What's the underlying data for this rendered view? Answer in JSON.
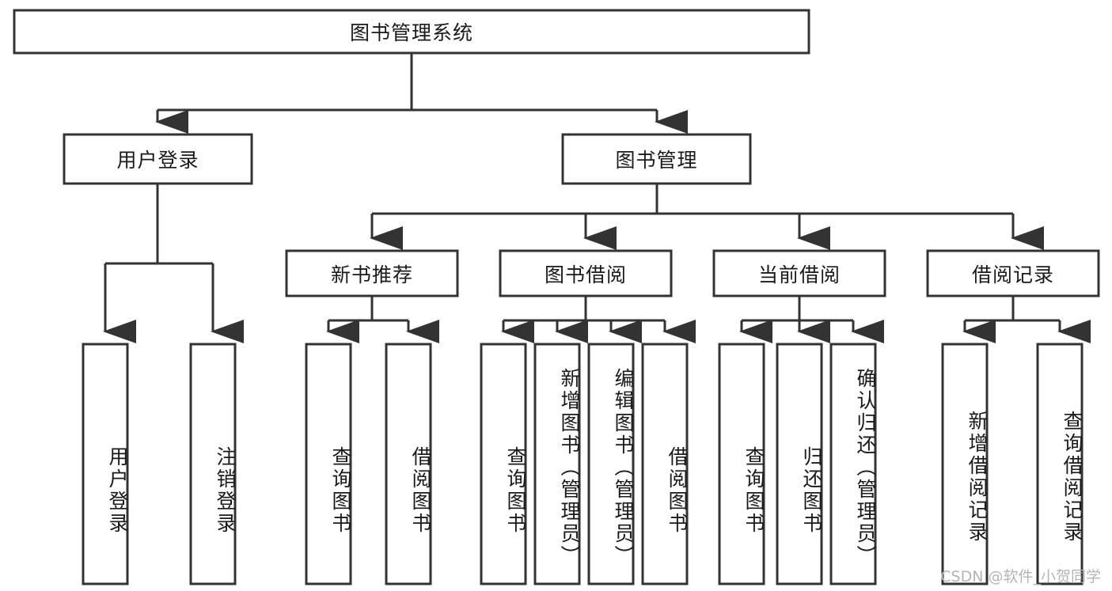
{
  "diagram": {
    "type": "tree-hierarchy",
    "title": "图书管理系统",
    "watermark": "CSDN @软件_小贺同学",
    "colors": {
      "stroke": "#333333",
      "fill": "#ffffff",
      "text": "#1a1a1a",
      "watermark": "#b5b5b5",
      "background": "#ffffff"
    },
    "levels": {
      "level1": [
        "图书管理系统"
      ],
      "level2": [
        "用户登录",
        "图书管理"
      ],
      "level3": [
        "新书推荐",
        "图书借阅",
        "当前借阅",
        "借阅记录"
      ],
      "level4": [
        "用户登录",
        "注销登录",
        "查询图书",
        "借阅图书",
        "查询图书",
        "新增图书（管理员）",
        "编辑图书（管理员）",
        "借阅图书",
        "查询图书",
        "归还图书",
        "确认归还（管理员）",
        "新增借阅记录",
        "查询借阅记录"
      ]
    },
    "nodes": {
      "root": {
        "label": "图书管理系统"
      },
      "user_login": {
        "label": "用户登录"
      },
      "book_manage": {
        "label": "图书管理"
      },
      "new_book_rec": {
        "label": "新书推荐"
      },
      "book_borrow": {
        "label": "图书借阅"
      },
      "current_borrow": {
        "label": "当前借阅"
      },
      "borrow_record": {
        "label": "借阅记录"
      },
      "leaf_user_login": {
        "label": "用户登录"
      },
      "leaf_logout": {
        "label": "注销登录"
      },
      "leaf_query_book_a": {
        "label": "查询图书"
      },
      "leaf_borrow_book_a": {
        "label": "借阅图书"
      },
      "leaf_query_book_b": {
        "label": "查询图书"
      },
      "leaf_add_book": {
        "label": "新增图书（管理员）"
      },
      "leaf_edit_book": {
        "label": "编辑图书（管理员）"
      },
      "leaf_borrow_book_b": {
        "label": "借阅图书"
      },
      "leaf_query_book_c": {
        "label": "查询图书"
      },
      "leaf_return_book": {
        "label": "归还图书"
      },
      "leaf_confirm_return": {
        "label": "确认归还（管理员）"
      },
      "leaf_add_record": {
        "label": "新增借阅记录"
      },
      "leaf_query_record": {
        "label": "查询借阅记录"
      }
    },
    "edges": [
      {
        "from": "root",
        "to": "user_login"
      },
      {
        "from": "root",
        "to": "book_manage"
      },
      {
        "from": "user_login",
        "to": "leaf_user_login"
      },
      {
        "from": "user_login",
        "to": "leaf_logout"
      },
      {
        "from": "book_manage",
        "to": "new_book_rec"
      },
      {
        "from": "book_manage",
        "to": "book_borrow"
      },
      {
        "from": "book_manage",
        "to": "current_borrow"
      },
      {
        "from": "book_manage",
        "to": "borrow_record"
      },
      {
        "from": "new_book_rec",
        "to": "leaf_query_book_a"
      },
      {
        "from": "new_book_rec",
        "to": "leaf_borrow_book_a"
      },
      {
        "from": "book_borrow",
        "to": "leaf_query_book_b"
      },
      {
        "from": "book_borrow",
        "to": "leaf_add_book"
      },
      {
        "from": "book_borrow",
        "to": "leaf_edit_book"
      },
      {
        "from": "book_borrow",
        "to": "leaf_borrow_book_b"
      },
      {
        "from": "current_borrow",
        "to": "leaf_query_book_c"
      },
      {
        "from": "current_borrow",
        "to": "leaf_return_book"
      },
      {
        "from": "current_borrow",
        "to": "leaf_confirm_return"
      },
      {
        "from": "borrow_record",
        "to": "leaf_add_record"
      },
      {
        "from": "borrow_record",
        "to": "leaf_query_record"
      }
    ]
  }
}
